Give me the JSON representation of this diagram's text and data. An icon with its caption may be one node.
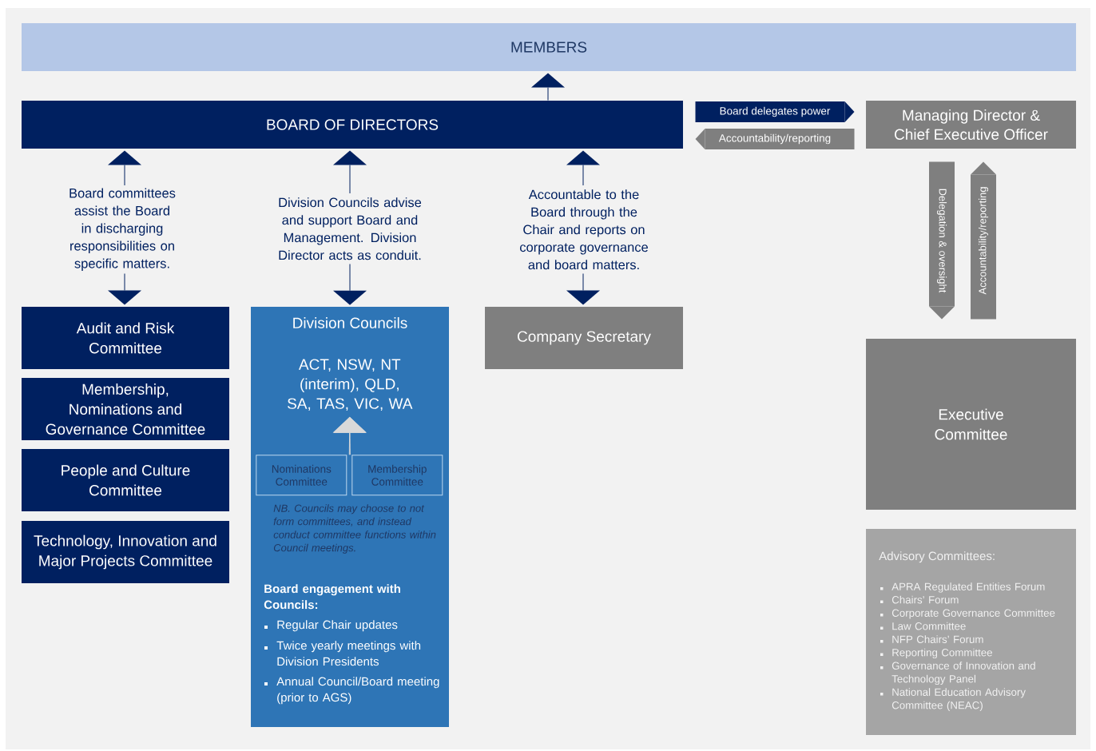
{
  "diagram": {
    "nodes": [
      {
        "text": [
          "MEMBERS"
        ]
      },
      {
        "text": [
          "BOARD OF DIRECTORS"
        ]
      },
      {
        "text": [
          "Managing Director & Chief Executive Officer"
        ]
      },
      {
        "text": [
          "Board committees assist the Board in discharging responsibilities on specific matters."
        ]
      },
      {
        "text": [
          "Division Councils advise and support Board and Management.  Division Director acts as conduit."
        ]
      },
      {
        "text": [
          "Accountable to the Board through the Chair and reports on corporate governance and board matters."
        ]
      },
      {
        "text": [
          "Audit and Risk Committee"
        ]
      },
      {
        "text": [
          "Membership, Nominations and Governance Committee"
        ]
      },
      {
        "text": [
          "People and Culture Committee"
        ]
      },
      {
        "text": [
          "Technology, Innovation and Major Projects Committee"
        ]
      },
      {
        "text": [
          "Division Councils",
          "NB. Councils may choose to not form committees, and instead conduct committee functions within Council meetings.",
          "Board engagement with Councils:",
          "Regular Chair updates",
          "Twice yearly meetings with Division Presidents",
          "Annual Council/Board meeting (prior to AGS)"
        ]
      },
      {
        "text": [
          "ACT, NSW, NT (interim), QLD, SA, TAS, VIC, WA"
        ],
        "in": 10
      },
      {
        "text": [
          "Nominations Committee"
        ],
        "in": 10
      },
      {
        "text": [
          "Membership Committee"
        ],
        "in": 10
      },
      {
        "text": [
          "Company Secretary"
        ]
      },
      {
        "text": [
          "Executive Committee"
        ]
      },
      {
        "text": [
          "Advisory Committees:",
          "APRA Regulated Entities Forum",
          "Chairs’ Forum",
          "Corporate Governance Committee",
          "Law Committee",
          "NFP Chairs’ Forum",
          "Reporting Committee",
          "Governance of Innovation and Technology Panel",
          "National Education Advisory Committee (NEAC)"
        ]
      }
    ],
    "edges": [
      {
        "from": 1,
        "to": 0,
        "arrow": "to"
      },
      {
        "from": 1,
        "to": 2,
        "arrow": "to",
        "label": "Board delegates power",
        "style": "thick"
      },
      {
        "from": 2,
        "to": 1,
        "arrow": "to",
        "label": "Accountability/reporting",
        "style": "thick",
        "color": "#7f7f7f"
      },
      {
        "from": 2,
        "to": 15,
        "arrow": "to",
        "label": "Delegation & oversight",
        "style": "thick",
        "color": "#7f7f7f"
      },
      {
        "from": 15,
        "to": 2,
        "arrow": "to",
        "label": "Accountability/reporting",
        "style": "thick",
        "color": "#7f7f7f"
      },
      {
        "from": 3,
        "to": 1,
        "arrow": "to"
      },
      {
        "from": 3,
        "to": 6,
        "arrow": "to"
      },
      {
        "from": 4,
        "to": 1,
        "arrow": "to"
      },
      {
        "from": 4,
        "to": 10,
        "arrow": "to"
      },
      {
        "from": 5,
        "to": 1,
        "arrow": "to"
      },
      {
        "from": 5,
        "to": 14,
        "arrow": "to"
      },
      {
        "from": 12,
        "to": 11,
        "arrow": "to",
        "color": "#d9d9d9"
      },
      {
        "from": 13,
        "to": 11,
        "arrow": "to",
        "color": "#d9d9d9"
      }
    ]
  }
}
